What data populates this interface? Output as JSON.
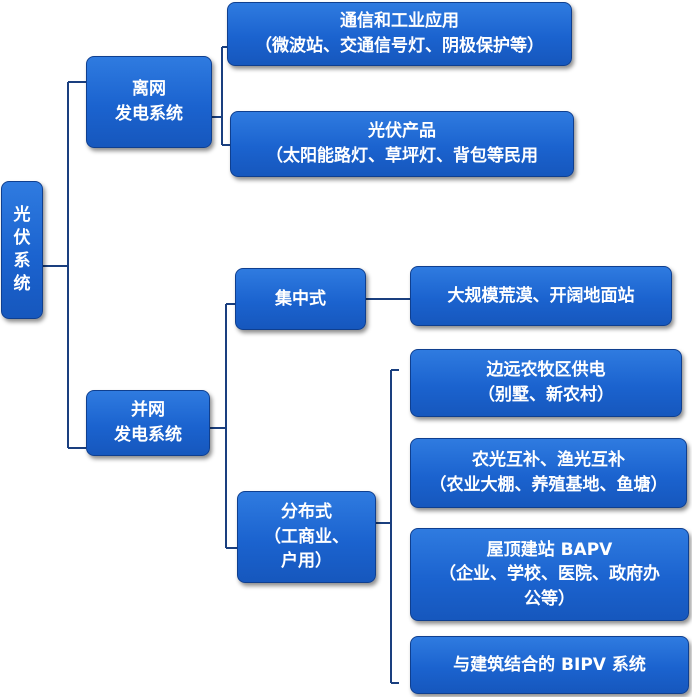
{
  "root": {
    "label_chars": [
      "光",
      "伏",
      "系",
      "统"
    ]
  },
  "offgrid": {
    "lines": [
      "离网",
      "发电系统"
    ],
    "children": [
      {
        "lines": [
          "通信和工业应用",
          "（微波站、交通信号灯、阴极保护等）"
        ]
      },
      {
        "lines": [
          "光伏产品",
          "（太阳能路灯、草坪灯、背包等民用"
        ]
      }
    ]
  },
  "ongrid": {
    "lines": [
      "并网",
      "发电系统"
    ],
    "centralized": {
      "lines": [
        "集中式"
      ],
      "child": {
        "lines": [
          "大规模荒漠、开阔地面站"
        ]
      }
    },
    "distributed": {
      "lines": [
        "分布式",
        "（工商业、",
        "户用）"
      ],
      "children": [
        {
          "lines": [
            "边远农牧区供电",
            "（别墅、新农村）"
          ]
        },
        {
          "lines": [
            "农光互补、渔光互补",
            "（农业大棚、养殖基地、鱼塘）"
          ]
        },
        {
          "lines": [
            "屋顶建站 BAPV",
            "（企业、学校、医院、政府办",
            "公等）"
          ]
        },
        {
          "lines": [
            "与建筑结合的 BIPV 系统"
          ]
        }
      ]
    }
  },
  "colors": {
    "box_fill": "#1f68d6",
    "box_border": "#0f3f8f",
    "connector": "#1a3f7f",
    "text": "#ffffff"
  }
}
